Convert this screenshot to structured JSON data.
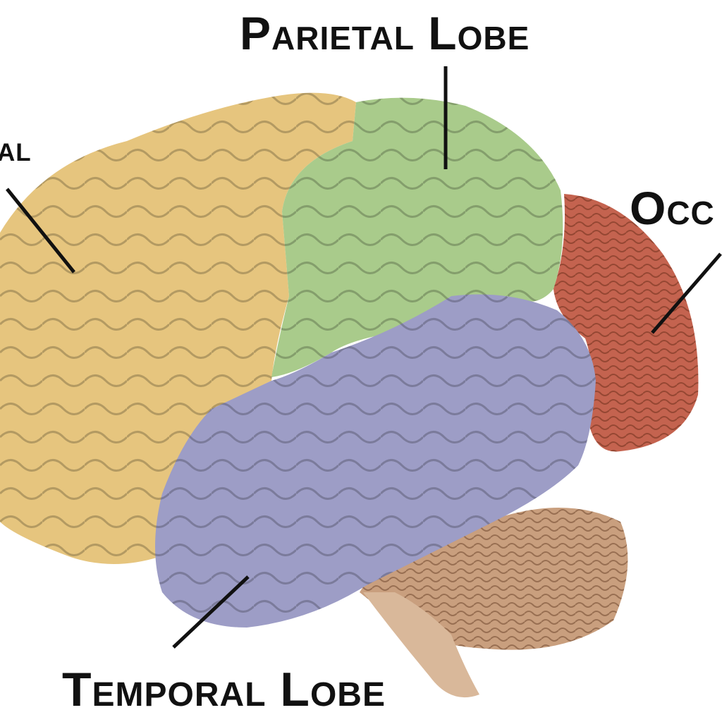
{
  "labels": {
    "parietal": "Parietal Lobe",
    "frontal": "al",
    "occipital": "Occ",
    "temporal": "Temporal Lobe"
  },
  "colors": {
    "frontal": "#e6c57e",
    "parietal": "#a9cb8b",
    "occipital": "#c4634f",
    "temporal": "#9d9dc6",
    "cerebellum": "#c99f7e",
    "brainstem": "#d9b89a",
    "leader": "#111111"
  }
}
